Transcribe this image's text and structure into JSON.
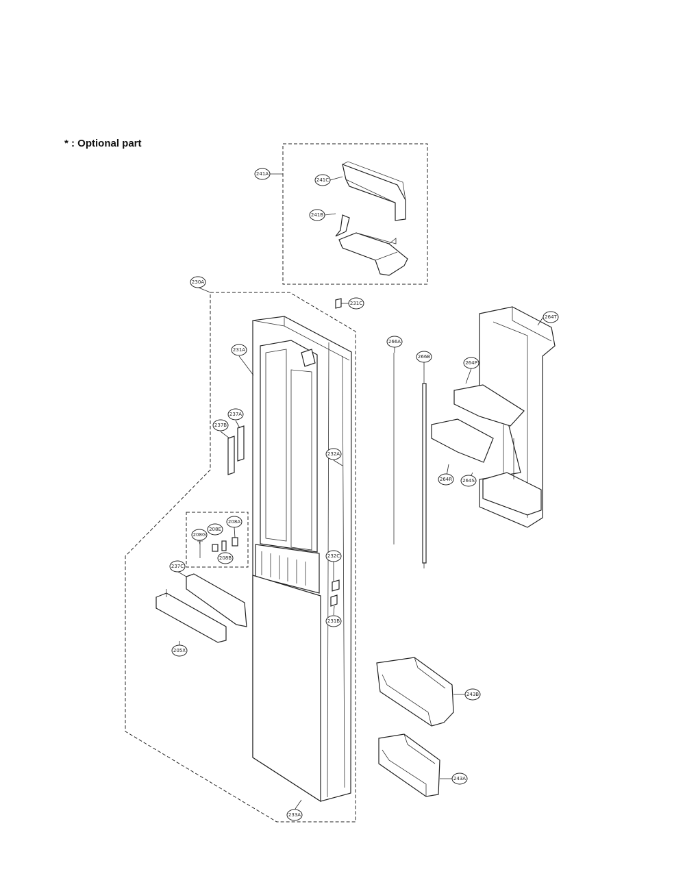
{
  "note": "* : Optional part",
  "callouts": [
    {
      "id": "241A",
      "label": "241A"
    },
    {
      "id": "241C",
      "label": "241C"
    },
    {
      "id": "241B",
      "label": "241B"
    },
    {
      "id": "230A",
      "label": "230A"
    },
    {
      "id": "231C",
      "label": "231C"
    },
    {
      "id": "231A",
      "label": "231A"
    },
    {
      "id": "237B",
      "label": "237B"
    },
    {
      "id": "237A",
      "label": "237A"
    },
    {
      "id": "232A",
      "label": "232A"
    },
    {
      "id": "208G",
      "label": "208G"
    },
    {
      "id": "208E",
      "label": "208E"
    },
    {
      "id": "208A",
      "label": "208A"
    },
    {
      "id": "208B",
      "label": "208B"
    },
    {
      "id": "237C",
      "label": "237C"
    },
    {
      "id": "232C",
      "label": "232C"
    },
    {
      "id": "231B",
      "label": "231B"
    },
    {
      "id": "205X",
      "label": "205X"
    },
    {
      "id": "233A",
      "label": "233A"
    },
    {
      "id": "266A",
      "label": "266A"
    },
    {
      "id": "266B",
      "label": "266B"
    },
    {
      "id": "264T",
      "label": "264T"
    },
    {
      "id": "264P",
      "label": "264P"
    },
    {
      "id": "264R",
      "label": "264R"
    },
    {
      "id": "264S",
      "label": "264S"
    },
    {
      "id": "243B",
      "label": "243B"
    },
    {
      "id": "243A",
      "label": "243A"
    }
  ]
}
